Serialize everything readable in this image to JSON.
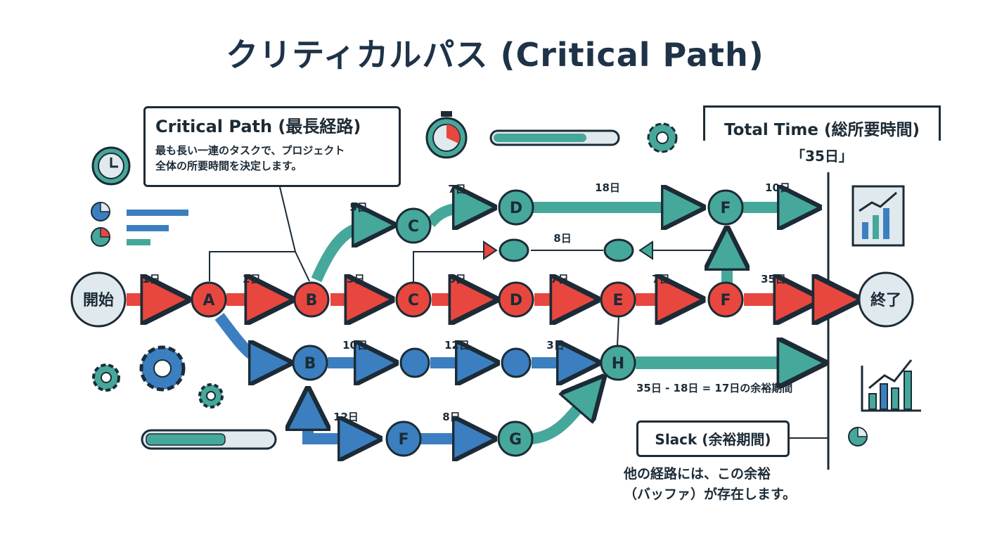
{
  "title": "クリティカルパス (Critical Path)",
  "critical_box": {
    "heading": "Critical Path (最長経路)",
    "line1": "最も長い一連のタスクで、プロジェクト",
    "line2": "全体の所要時間を決定します。"
  },
  "total_time": {
    "label": "Total Time (総所要時間)",
    "value": "「35日」"
  },
  "slack": {
    "label": "Slack (余裕期間)",
    "calc": "35日 - 18日 = 17日の余裕期間",
    "text1": "他の経路には、この余裕",
    "text2": "（バッファ）が存在します。"
  },
  "nodes": {
    "start": "開始",
    "end": "終了",
    "a": "A",
    "b_red": "B",
    "c_red": "C",
    "d_red": "D",
    "e_red": "E",
    "f_red": "F",
    "c_top": "C",
    "d_top": "D",
    "f_top": "F",
    "b_blue": "B",
    "h_blue": "H",
    "f_blue": "F",
    "g_blue": "G"
  },
  "durations": {
    "start_a": "1日",
    "a_b": "2日",
    "b_c": "3日",
    "c_d": "8日",
    "d_e": "7日",
    "e_f": "7日",
    "f_end": "35日",
    "b_ctop": "5日",
    "ctop_dtop": "7日",
    "dtop_ftop": "18日",
    "ftop_out": "10日",
    "mid_loop": "8日",
    "bb_1": "10日",
    "bb_2": "12日",
    "bb_3": "3日",
    "bb_f": "12日",
    "f_g": "8日"
  },
  "colors": {
    "red": "#e8473f",
    "teal": "#46a89a",
    "blue": "#3b7fc0",
    "dark": "#1c2b36",
    "pale": "#dfe9ee"
  }
}
